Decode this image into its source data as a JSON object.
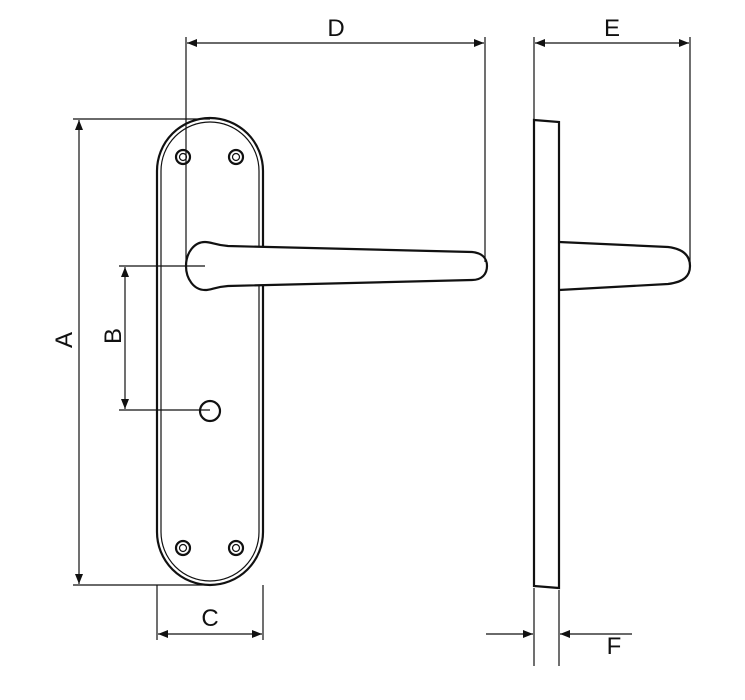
{
  "labels": {
    "a": "A",
    "b": "B",
    "c": "C",
    "d": "D",
    "e": "E",
    "f": "F"
  },
  "line_color": "#111111"
}
